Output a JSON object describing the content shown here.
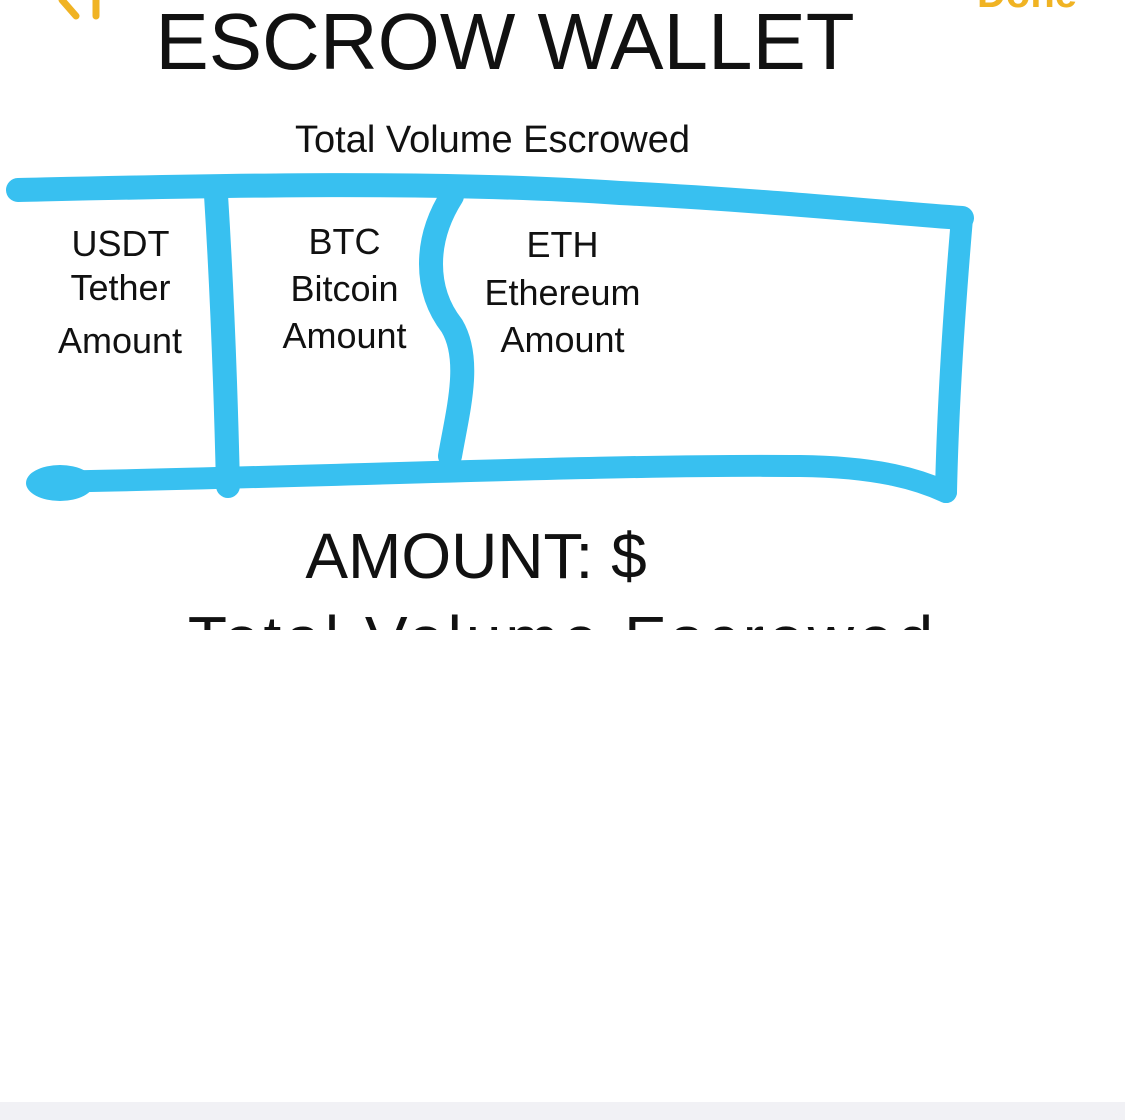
{
  "nav": {
    "back_icon": "chevron-left-icon",
    "done_label": "Done",
    "accent_color": "#f0b323"
  },
  "page_title": "ESCROW WALLET",
  "table": {
    "title": "Total Volume Escrowed",
    "line_color": "#38c0f0",
    "columns": [
      {
        "symbol": "USDT",
        "name": "Tether",
        "amount_label": "Amount"
      },
      {
        "symbol": "BTC",
        "name": "Bitcoin",
        "amount_label": "Amount"
      },
      {
        "symbol": "ETH",
        "name": "Ethereum",
        "amount_label": "Amount"
      }
    ]
  },
  "total": {
    "label": "AMOUNT: $"
  },
  "cutoff_text": "Total Volume Escrowed"
}
